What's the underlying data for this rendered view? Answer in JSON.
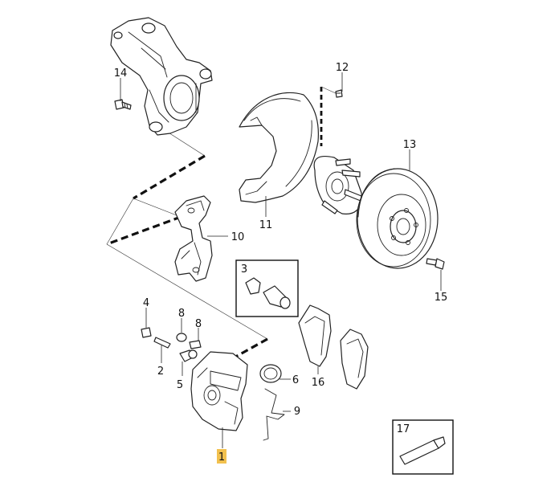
{
  "colors": {
    "line": "#222222",
    "highlight": "#f2c14e",
    "background": "#ffffff"
  },
  "callouts": {
    "c1": "1",
    "c2": "2",
    "c3": "3",
    "c4": "4",
    "c5": "5",
    "c6": "6",
    "c8a": "8",
    "c8b": "8",
    "c9": "9",
    "c10": "10",
    "c11": "11",
    "c12": "12",
    "c13": "13",
    "c14": "14",
    "c15": "15",
    "c16": "16",
    "c17": "17"
  },
  "highlighted_callout": "1"
}
